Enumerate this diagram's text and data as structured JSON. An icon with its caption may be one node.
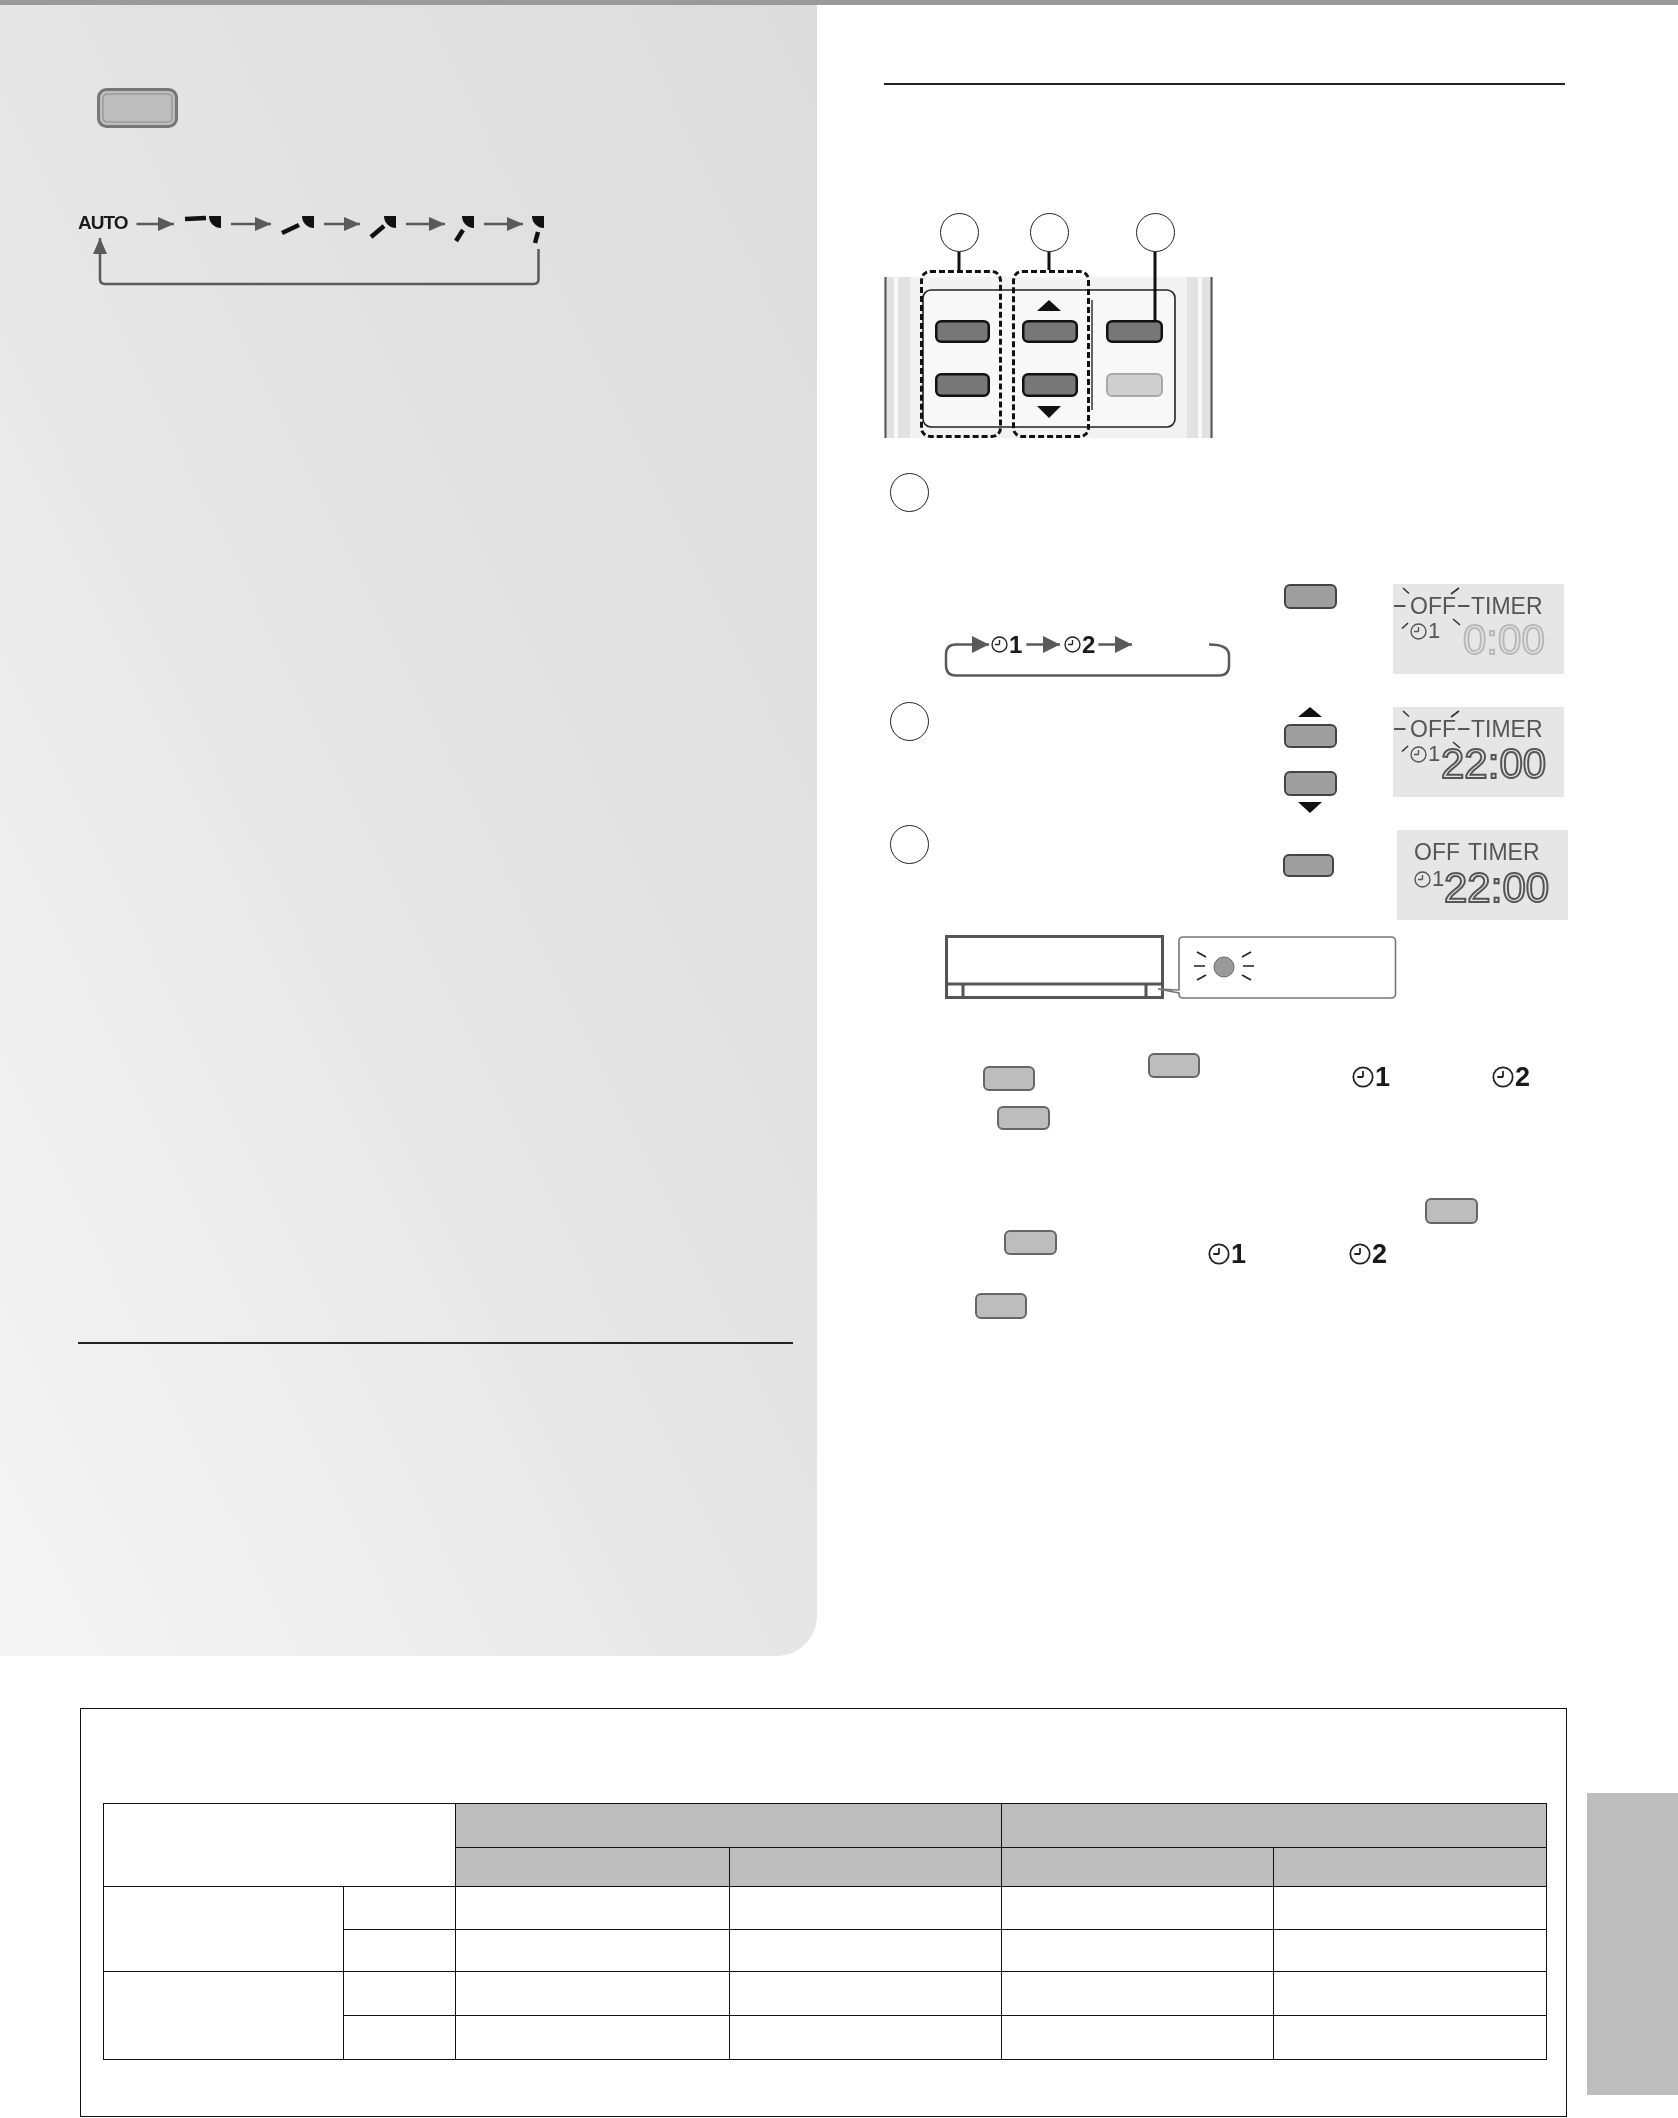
{
  "diagram": {
    "nodes": [
      {
        "text": [
          "AUTO"
        ]
      },
      {
        "text": [],
        "shape": "picture"
      },
      {
        "text": [],
        "shape": "picture"
      },
      {
        "text": [],
        "shape": "picture"
      },
      {
        "text": [],
        "shape": "picture"
      },
      {
        "text": [],
        "shape": "picture"
      },
      {
        "text": [],
        "shape": "circle"
      },
      {
        "text": [],
        "shape": "circle"
      },
      {
        "text": [],
        "shape": "circle"
      },
      {
        "text": [],
        "shape": "box"
      },
      {
        "text": [],
        "shape": "box"
      },
      {
        "text": [],
        "shape": "box"
      },
      {
        "text": [],
        "shape": "circle"
      },
      {
        "text": [
          "1"
        ]
      },
      {
        "text": [
          "2"
        ]
      },
      {
        "text": [],
        "shape": "circle"
      },
      {
        "text": [],
        "shape": "circle"
      },
      {
        "text": [],
        "shape": "box"
      }
    ],
    "edges": [
      {
        "from": 0,
        "to": 1,
        "arrow": "to"
      },
      {
        "from": 1,
        "to": 2,
        "arrow": "to"
      },
      {
        "from": 2,
        "to": 3,
        "arrow": "to"
      },
      {
        "from": 3,
        "to": 4,
        "arrow": "to"
      },
      {
        "from": 4,
        "to": 5,
        "arrow": "to"
      },
      {
        "from": 5,
        "to": 0,
        "arrow": "to"
      },
      {
        "from": 6,
        "to": 9,
        "arrow": "none"
      },
      {
        "from": 7,
        "to": 10,
        "arrow": "none"
      },
      {
        "from": 8,
        "to": 11,
        "arrow": "none"
      },
      {
        "from": null,
        "to": 13,
        "arrow": "to"
      },
      {
        "from": 13,
        "to": 14,
        "arrow": "to"
      },
      {
        "from": 14,
        "to": null,
        "arrow": "to"
      }
    ],
    "labels": [
      "OFF",
      "TIMER",
      "1",
      "0:00",
      "OFF",
      "TIMER",
      "1",
      "22:00",
      "OFF TIMER",
      "1",
      "22:00",
      "1",
      "2",
      "1",
      "2"
    ]
  }
}
